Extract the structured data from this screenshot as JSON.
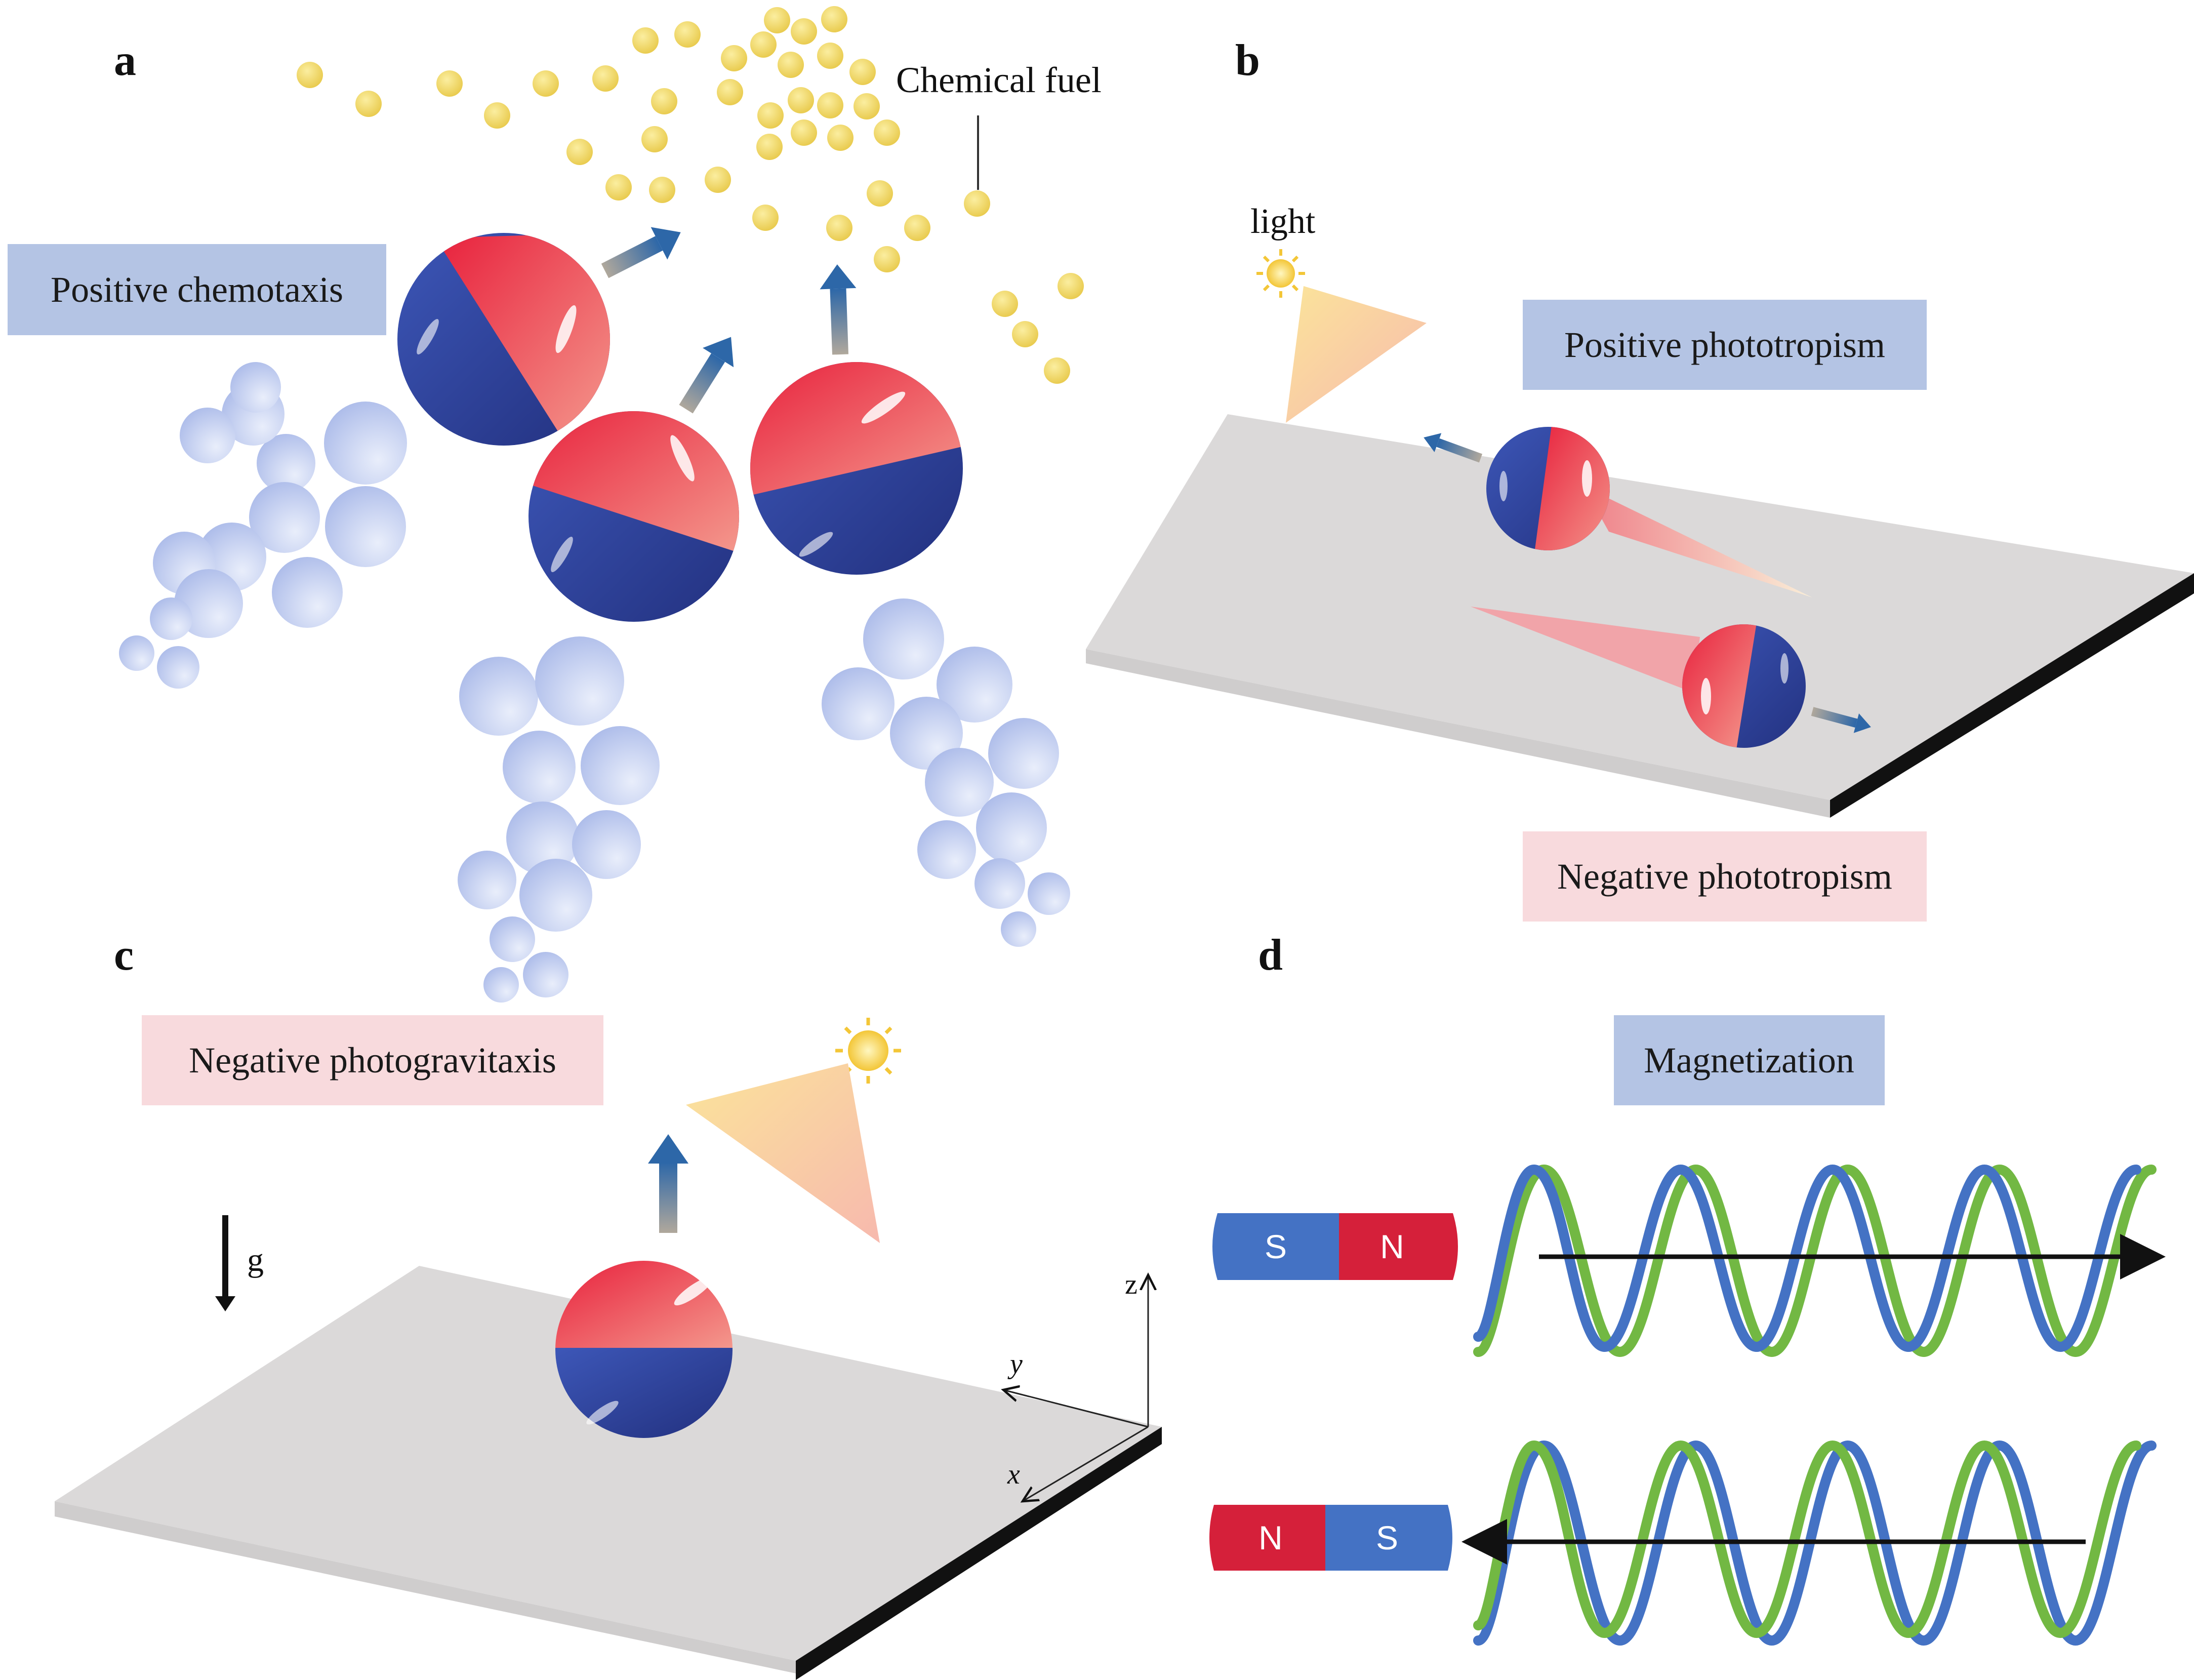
{
  "panels": {
    "a": {
      "label": "a",
      "box_label": "Positive chemotaxis",
      "fuel_label": "Chemical fuel"
    },
    "b": {
      "label": "b",
      "light_label": "light",
      "box_positive": "Positive phototropism",
      "box_negative": "Negative phototropism"
    },
    "c": {
      "label": "c",
      "box_label": "Negative photogravitaxis",
      "gravity_label": "g",
      "axis_x": "x",
      "axis_y": "y",
      "axis_z": "z"
    },
    "d": {
      "label": "d",
      "box_label": "Magnetization",
      "magnet_top": {
        "left": "S",
        "right": "N"
      },
      "magnet_bottom": {
        "left": "N",
        "right": "S"
      }
    }
  },
  "colors": {
    "blue_box": "#b4c4e4",
    "pink_box": "#f8dadd",
    "janus_red": "#e4283e",
    "janus_blue": "#2a3f9a",
    "fuel_yellow": "#f2d660",
    "bubble": "#c4cfee",
    "magnet_blue": "#4472c4",
    "magnet_red": "#d5203a",
    "helix_blue": "#4472c4",
    "helix_green": "#72b843",
    "plate": "#dbd9d9"
  }
}
